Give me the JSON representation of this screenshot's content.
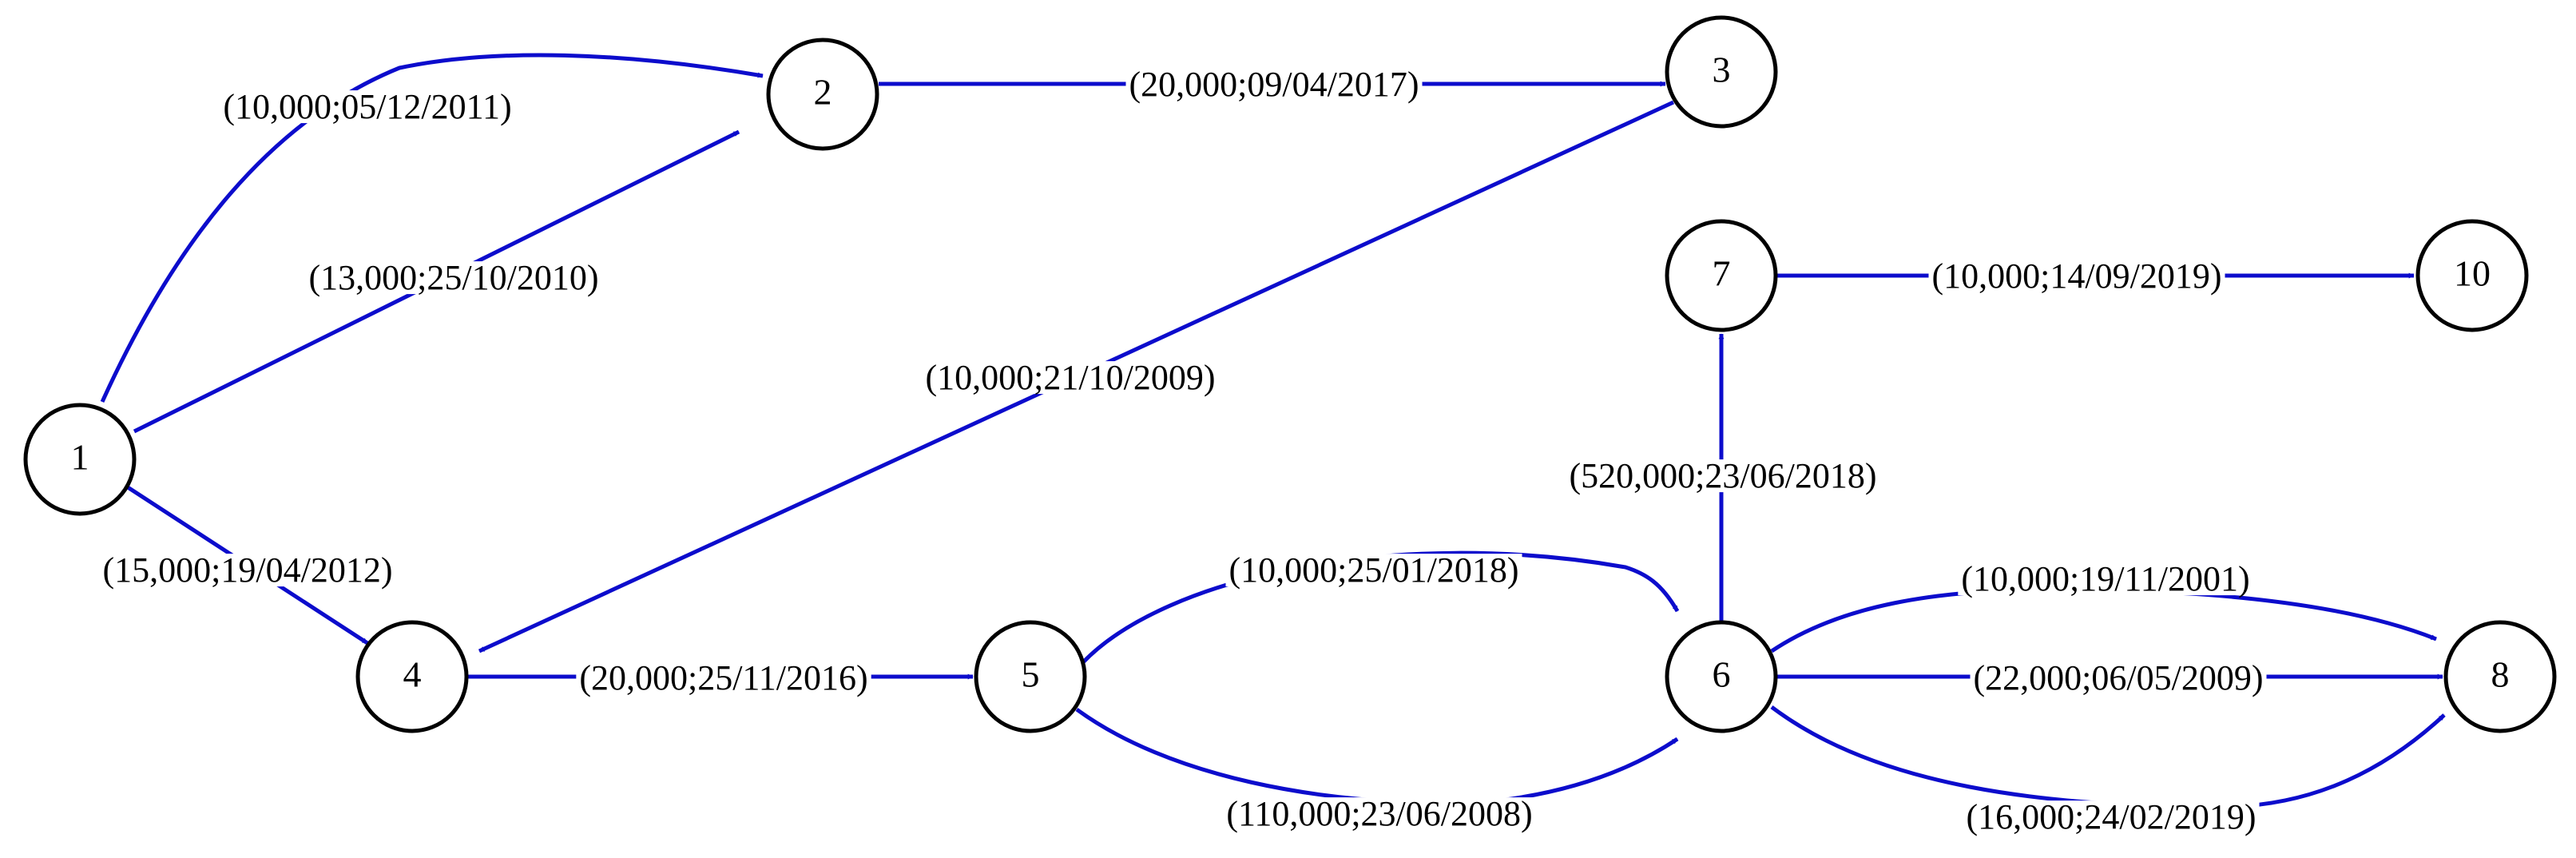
{
  "colors": {
    "edge": "#0c0ccc",
    "node_stroke": "#000000",
    "background": "#ffffff"
  },
  "nodes": [
    {
      "id": "1",
      "label": "1"
    },
    {
      "id": "2",
      "label": "2"
    },
    {
      "id": "3",
      "label": "3"
    },
    {
      "id": "4",
      "label": "4"
    },
    {
      "id": "5",
      "label": "5"
    },
    {
      "id": "6",
      "label": "6"
    },
    {
      "id": "7",
      "label": "7"
    },
    {
      "id": "8",
      "label": "8"
    },
    {
      "id": "10",
      "label": "10"
    }
  ],
  "edges": [
    {
      "from": "1",
      "to": "2",
      "label": "(10,000;05/12/2011)"
    },
    {
      "from": "1",
      "to": "2",
      "label": "(13,000;25/10/2010)"
    },
    {
      "from": "1",
      "to": "4",
      "label": "(15,000;19/04/2012)"
    },
    {
      "from": "2",
      "to": "3",
      "label": "(20,000;09/04/2017)"
    },
    {
      "from": "3",
      "to": "4",
      "label": "(10,000;21/10/2009)"
    },
    {
      "from": "4",
      "to": "5",
      "label": "(20,000;25/11/2016)"
    },
    {
      "from": "5",
      "to": "6",
      "label": "(10,000;25/01/2018)"
    },
    {
      "from": "5",
      "to": "6",
      "label": "(110,000;23/06/2008)"
    },
    {
      "from": "6",
      "to": "7",
      "label": "(520,000;23/06/2018)"
    },
    {
      "from": "7",
      "to": "10",
      "label": "(10,000;14/09/2019)"
    },
    {
      "from": "6",
      "to": "8",
      "label": "(10,000;19/11/2001)"
    },
    {
      "from": "6",
      "to": "8",
      "label": "(22,000;06/05/2009)"
    },
    {
      "from": "6",
      "to": "8",
      "label": "(16,000;24/02/2019)"
    }
  ]
}
